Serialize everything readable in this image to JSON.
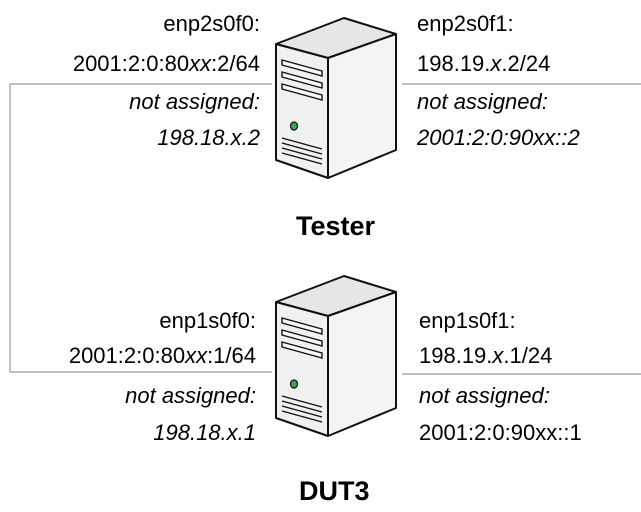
{
  "tester": {
    "name": "Tester",
    "left_port": {
      "name": "enp2s0f0:",
      "address_parts": [
        "2001:2:0:80",
        "xx",
        ":2/64"
      ],
      "not_assigned_label": "not assigned:",
      "not_assigned_value": "198.18.x.2"
    },
    "right_port": {
      "name": "enp2s0f1:",
      "address_parts": [
        "198.19.",
        "x",
        ".2/24"
      ],
      "not_assigned_label": "not assigned:",
      "not_assigned_value": "2001:2:0:90xx::2"
    }
  },
  "dut": {
    "name": "DUT3",
    "left_port": {
      "name": "enp1s0f0:",
      "address_parts": [
        "2001:2:0:80",
        "xx",
        ":1/64"
      ],
      "not_assigned_label": "not assigned:",
      "not_assigned_value": "198.18.x.1"
    },
    "right_port": {
      "name": "enp1s0f1:",
      "address_parts": [
        "198.19.",
        "x",
        ".1/24"
      ],
      "not_assigned_label": "not assigned:",
      "not_assigned_value": "2001:2:0:90xx::1"
    }
  },
  "colors": {
    "wire": "#9a9a9a",
    "server_front": "#f0f0f0",
    "server_outline": "#111111",
    "led": "#3aa65a"
  }
}
